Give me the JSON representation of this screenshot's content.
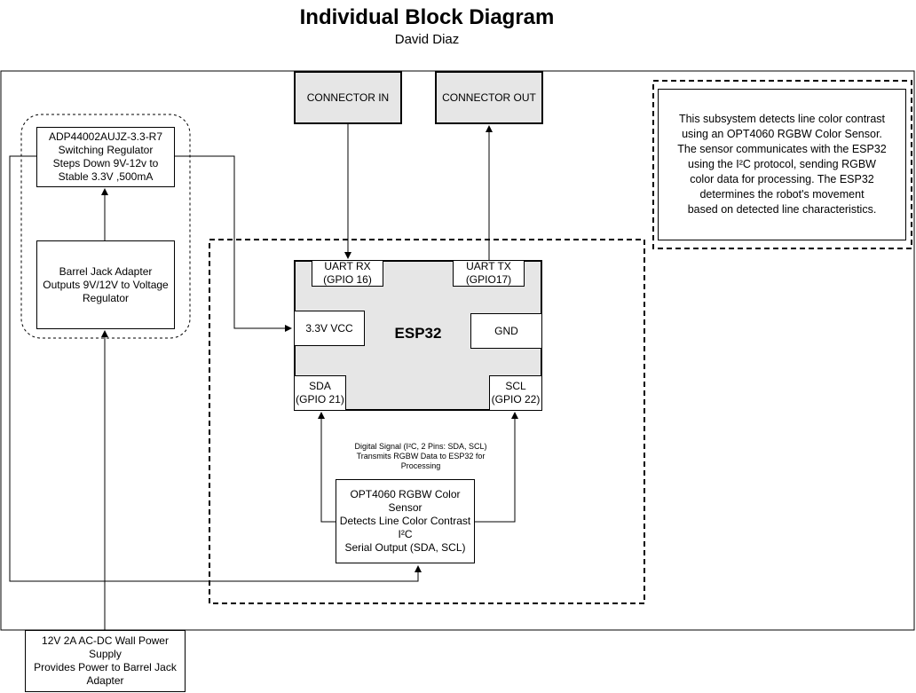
{
  "header": {
    "title": "Individual Block Diagram",
    "author": "David Diaz"
  },
  "blocks": {
    "regulator": "ADP44002AUJZ-3.3-R7\nSwitching Regulator\nSteps Down 9V-12v to\nStable 3.3V ,500mA",
    "barrel_jack": "Barrel Jack Adapter\nOutputs 9V/12V to Voltage\nRegulator",
    "wall_supply": "12V 2A AC-DC Wall Power\nSupply\nProvides Power to Barrel Jack\nAdapter",
    "connector_in": "CONNECTOR IN",
    "connector_out": "CONNECTOR OUT",
    "esp32": "ESP32",
    "uart_rx": "UART RX\n(GPIO 16)",
    "uart_tx": "UART TX\n(GPIO17)",
    "vcc": "3.3V VCC",
    "gnd": "GND",
    "sda": "SDA\n(GPIO 21)",
    "scl": "SCL\n(GPIO 22)",
    "sensor": "OPT4060 RGBW Color Sensor\nDetects Line Color Contrast I²C\nSerial Output (SDA, SCL)"
  },
  "labels": {
    "i2c_signal": "Digital Signal (I²C, 2 Pins: SDA, SCL)\nTransmits RGBW Data to ESP32 for\nProcessing"
  },
  "description": "This subsystem detects line color contrast\nusing an OPT4060 RGBW Color Sensor.\nThe sensor communicates with the ESP32\nusing the I²C protocol, sending RGBW\ncolor data for processing. The ESP32\ndetermines the robot's movement\nbased on detected line characteristics."
}
